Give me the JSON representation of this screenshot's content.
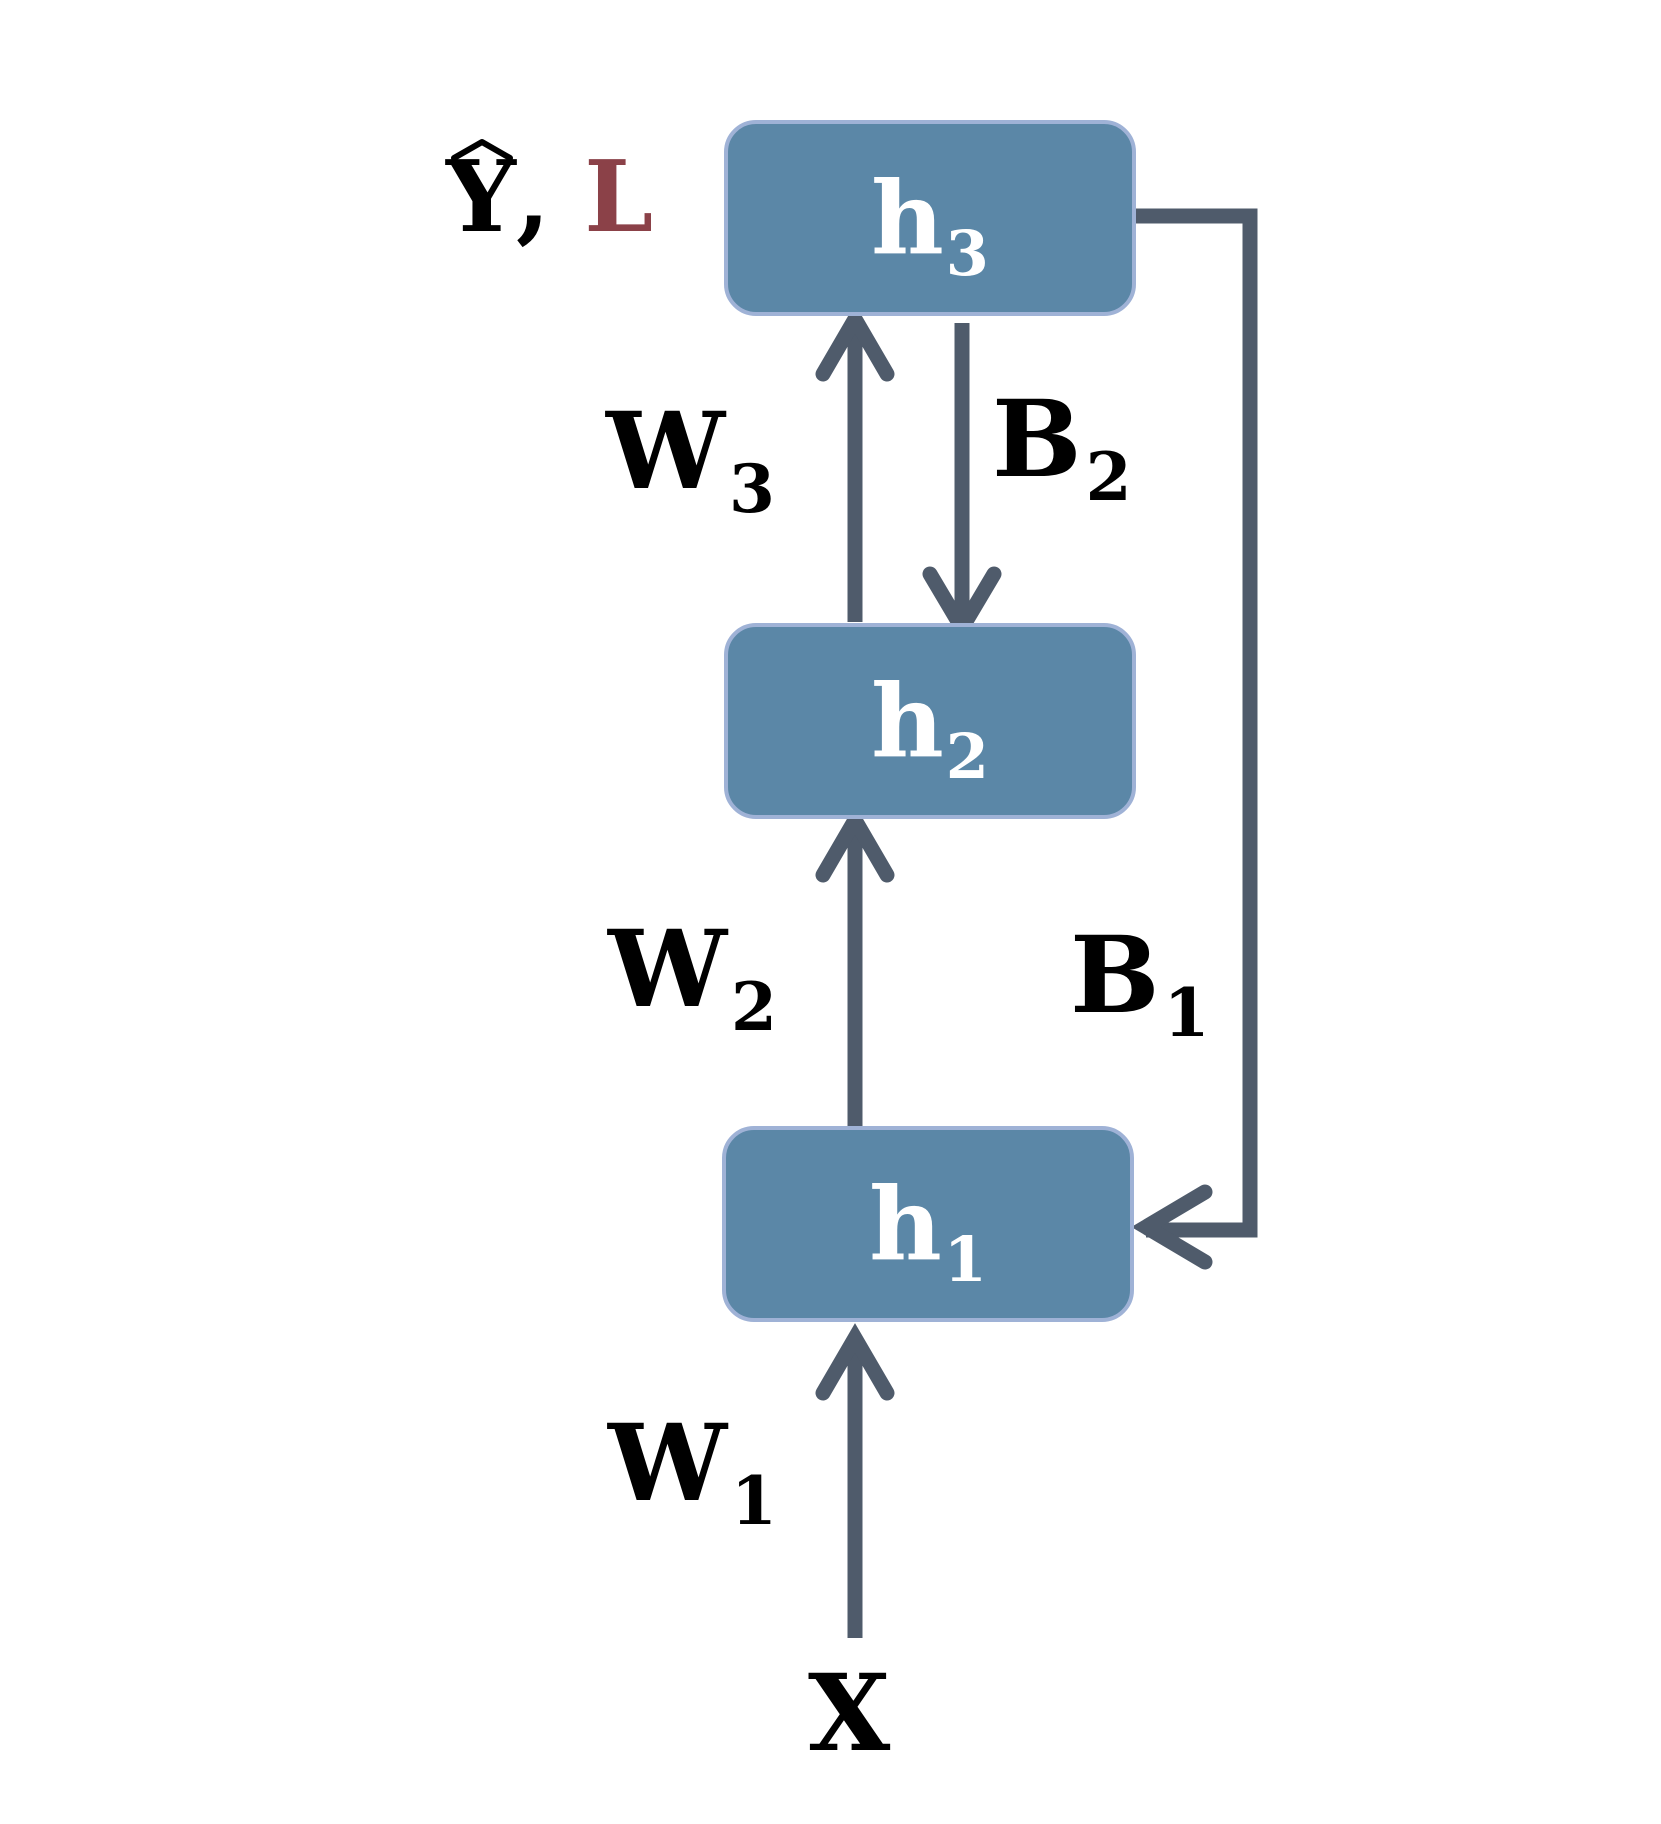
{
  "nodes": {
    "h3": {
      "base": "h",
      "sub": "3"
    },
    "h2": {
      "base": "h",
      "sub": "2"
    },
    "h1": {
      "base": "h",
      "sub": "1"
    }
  },
  "labels": {
    "W3": {
      "base": "W",
      "sub": "3"
    },
    "W2": {
      "base": "W",
      "sub": "2"
    },
    "W1": {
      "base": "W",
      "sub": "1"
    },
    "B2": {
      "base": "B",
      "sub": "2"
    },
    "B1": {
      "base": "B",
      "sub": "1"
    },
    "input": "X",
    "output_y": "Y",
    "output_sep": ",",
    "output_loss": "L"
  },
  "colors": {
    "node_fill": "#5b87a7",
    "node_border": "#9fb2d6",
    "arrow": "#4f5b6b",
    "loss_text": "#8b4148"
  }
}
